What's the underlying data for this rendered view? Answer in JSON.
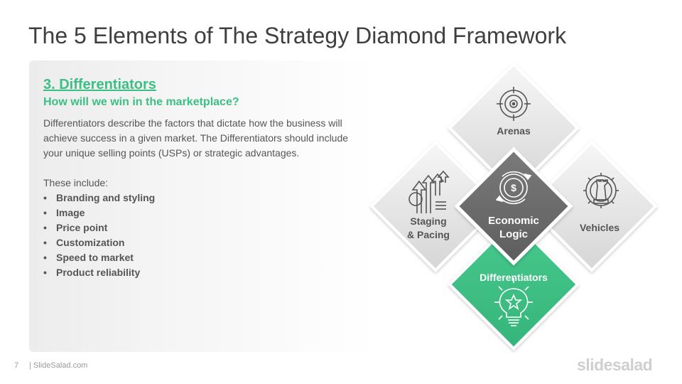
{
  "slide": {
    "title": "The 5 Elements of The Strategy Diamond Framework",
    "page_number": "7",
    "site": "| SlideSalad.com",
    "logo_text": "slidesalad"
  },
  "content": {
    "section_title": "3. Differentiators",
    "subtitle": "How will we win in the marketplace?",
    "description": "Differentiators describe the factors that dictate how the business will achieve success in a given market. The Differentiators should include your unique selling points (USPs) or strategic advantages.",
    "intro": "These include:",
    "bullets": [
      "Branding and styling",
      "Image",
      "Price point",
      "Customization",
      "Speed to market",
      "Product reliability"
    ]
  },
  "diagram": {
    "arenas": {
      "label": "Arenas",
      "icon": "target-icon"
    },
    "staging": {
      "label_line1": "Staging",
      "label_line2": "& Pacing",
      "icon": "growth-chart-icon"
    },
    "vehicles": {
      "label": "Vehicles",
      "icon": "gear-chess-icon"
    },
    "economic": {
      "label_line1": "Economic",
      "label_line2": "Logic",
      "icon": "dollar-gear-icon"
    },
    "differentiators": {
      "label": "Differentiators",
      "icon": "lightbulb-star-icon"
    }
  },
  "colors": {
    "accent_green": "#3cbf85",
    "center_dark": "#6e6e6e",
    "diamond_light": "#e0e0e0",
    "text_gray": "#555555"
  }
}
